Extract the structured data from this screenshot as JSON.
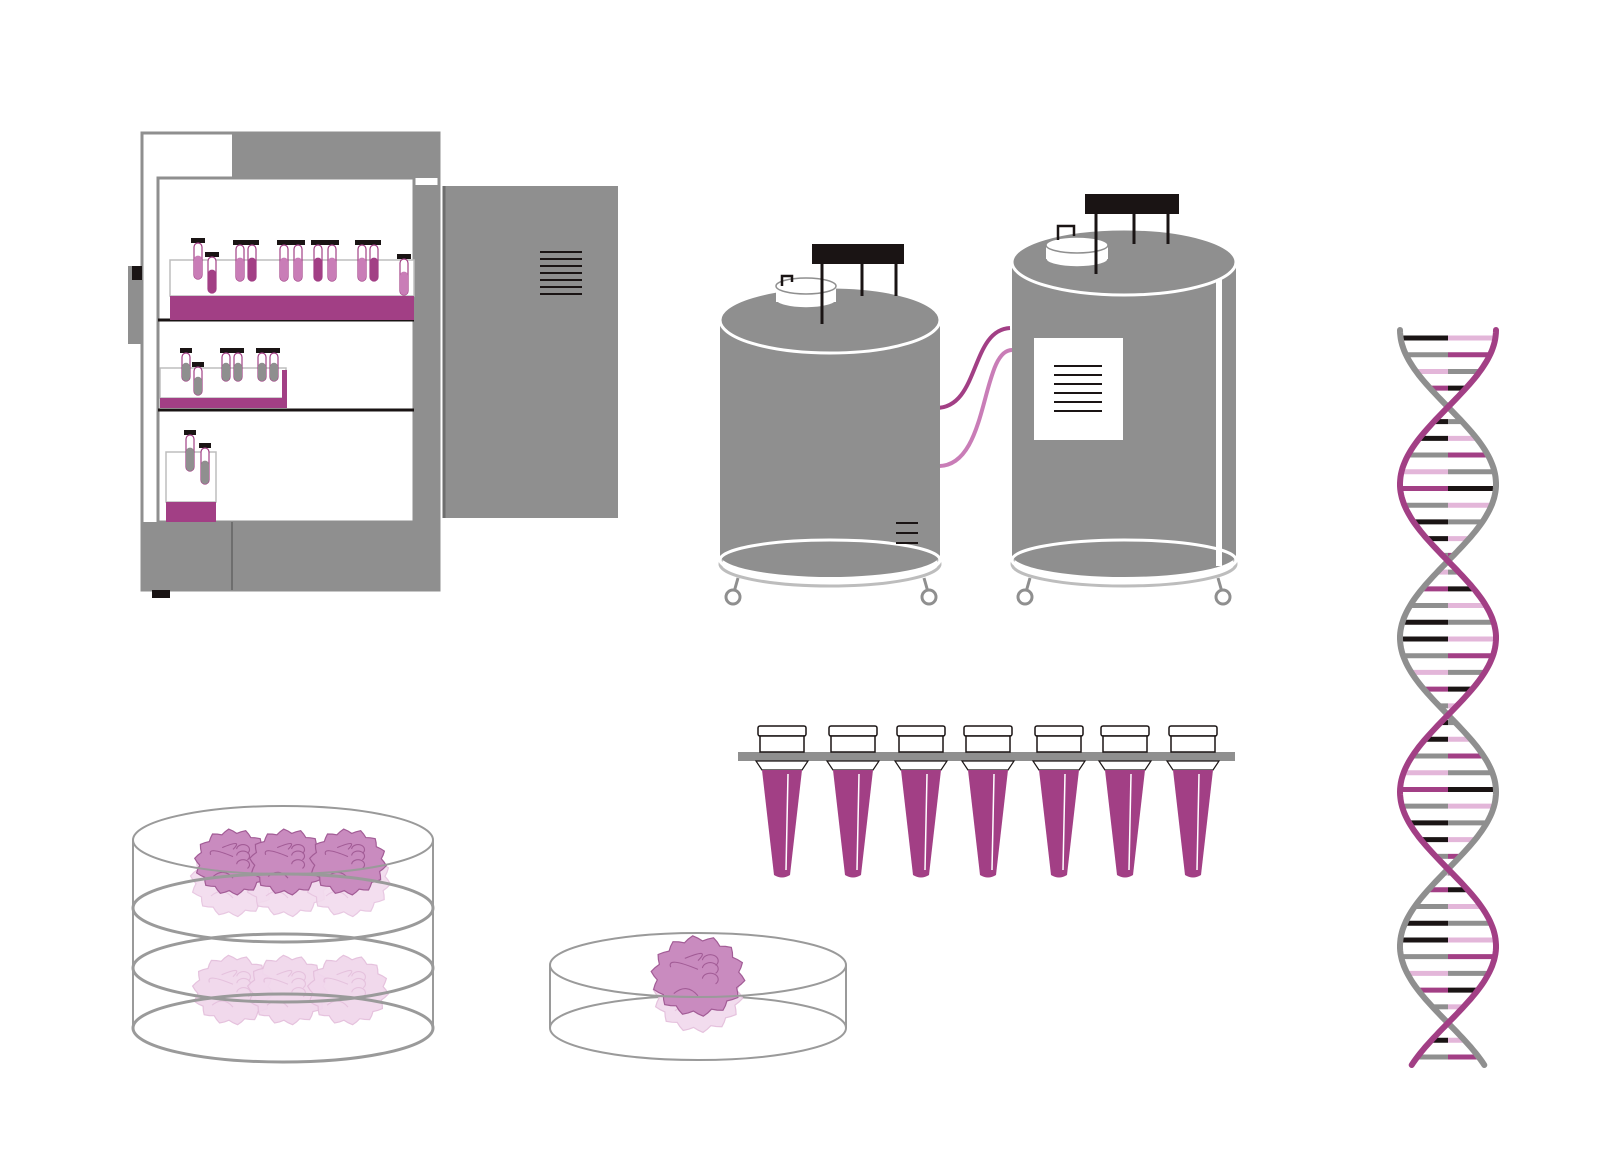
{
  "palette": {
    "gray": "#8f8f8f",
    "dark_gray": "#6e6e6e",
    "light_gray": "#bdbdbd",
    "magenta": "#a23f85",
    "pink": "#c97db7",
    "light_pink": "#e3b6d9",
    "outline": "#9a9a9a",
    "black": "#1a1414",
    "white": "#ffffff"
  },
  "illustrations": [
    {
      "name": "lab-freezer-illustration",
      "icon": "freezer-icon"
    },
    {
      "name": "cryogenic-tanks-illustration",
      "icon": "liquid-nitrogen-tank-icon"
    },
    {
      "name": "dna-double-helix-illustration",
      "icon": "dna-icon"
    },
    {
      "name": "pcr-tube-strip-illustration",
      "icon": "pcr-tubes-icon"
    },
    {
      "name": "stacked-petri-dishes-illustration",
      "icon": "petri-dish-stack-icon"
    },
    {
      "name": "single-petri-dish-illustration",
      "icon": "petri-dish-icon"
    }
  ],
  "counts": {
    "pcr_tubes": 7,
    "dna_base_pairs": 44,
    "organoids_per_dish_layer": 3
  }
}
